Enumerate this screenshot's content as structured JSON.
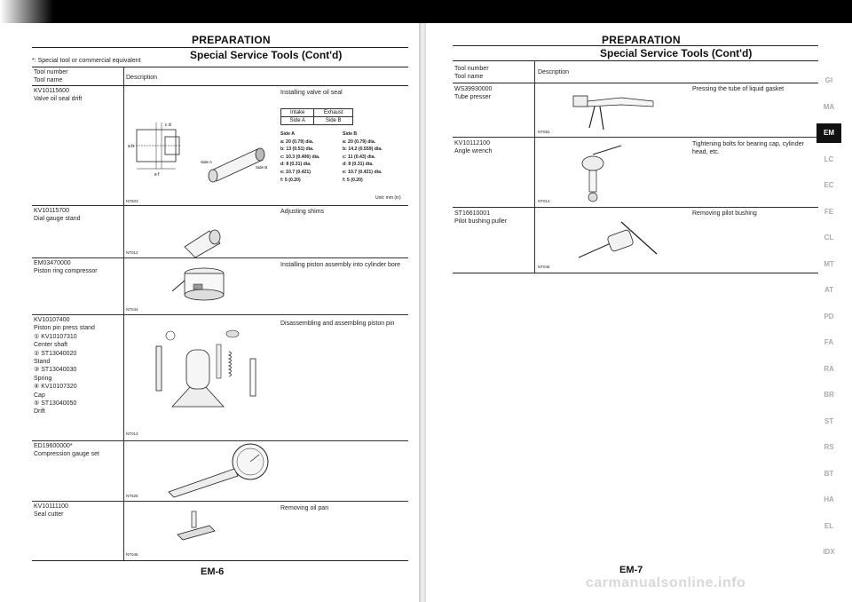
{
  "left_page": {
    "title": "PREPARATION",
    "subtitle": "Special Service Tools (Cont'd)",
    "footnote": "*: Special tool or commercial equivalent",
    "col_tool": [
      "Tool number",
      "Tool name"
    ],
    "col_desc": "Description",
    "rows": [
      {
        "tool": [
          "KV10115600",
          "Valve oil seal drift"
        ],
        "desc": "Installing valve oil seal",
        "code": "NT603"
      },
      {
        "tool": [
          "KV10115700",
          "Dial gauge stand"
        ],
        "desc": "Adjusting shims",
        "code": "NT012"
      },
      {
        "tool": [
          "EM03470000",
          "Piston ring compressor"
        ],
        "desc": "Installing piston assembly into cylinder bore",
        "code": "NT044"
      },
      {
        "tool": [
          "KV10107400",
          "Piston pin press stand",
          "① KV10107310",
          "Center shaft",
          "② ST13040020",
          "Stand",
          "③ ST13040030",
          "Spring",
          "④ KV10107320",
          "Cap",
          "⑤ ST13040050",
          "Drift"
        ],
        "desc": "Disassembling and assembling piston pin",
        "code": "NT013"
      },
      {
        "tool": [
          "ED19600000*",
          "Compression gauge set"
        ],
        "desc": "",
        "code": "NT626"
      },
      {
        "tool": [
          "KV10111100",
          "Seal cutter"
        ],
        "desc": "Removing oil pan",
        "code": "NT046"
      }
    ],
    "spec": {
      "head": [
        "Intake",
        "Exhaust"
      ],
      "sub": [
        "Side A",
        "Side B"
      ],
      "side_a": [
        "Side A",
        "a: 20 (0.79) dia.",
        "b: 13 (0.51) dia.",
        "c: 10.3 (0.406) dia.",
        "d: 8 (0.31) dia.",
        "e: 10.7 (0.421)",
        "f: 5 (0.20)"
      ],
      "side_b": [
        "Side B",
        "a: 20 (0.79) dia.",
        "b: 14.2 (0.559) dia.",
        "c: 11 (0.43) dia.",
        "d: 8 (0.31) dia.",
        "e: 10.7 (0.421) dia.",
        "f: 5 (0.20)"
      ],
      "unit": "Unit: mm (in)",
      "drift_labels": [
        "Side A",
        "Side B"
      ]
    },
    "page_number": "EM-6"
  },
  "right_page": {
    "title": "PREPARATION",
    "subtitle": "Special Service Tools (Cont'd)",
    "col_tool": [
      "Tool number",
      "Tool name"
    ],
    "col_desc": "Description",
    "rows": [
      {
        "tool": [
          "WS39930000",
          "Tube presser"
        ],
        "desc": "Pressing the tube of liquid gasket",
        "code": "NT052"
      },
      {
        "tool": [
          "KV10112100",
          "Angle wrench"
        ],
        "desc": "Tightening bolts for bearing cap, cylinder head, etc.",
        "code": "NT014"
      },
      {
        "tool": [
          "ST16610001",
          "Pilot bushing puller"
        ],
        "desc": "Removing pilot bushing",
        "code": "NT045"
      }
    ],
    "page_number": "EM-7"
  },
  "side_tabs": [
    "GI",
    "MA",
    "EM",
    "LC",
    "EC",
    "FE",
    "CL",
    "MT",
    "AT",
    "PD",
    "FA",
    "RA",
    "BR",
    "ST",
    "RS",
    "BT",
    "HA",
    "EL",
    "IDX"
  ],
  "active_tab": "EM",
  "watermark": "carmanualsonline.info",
  "colors": {
    "active_tab_bg": "#111111",
    "inactive_tab": "#aaaaaa",
    "band": "#000000"
  }
}
